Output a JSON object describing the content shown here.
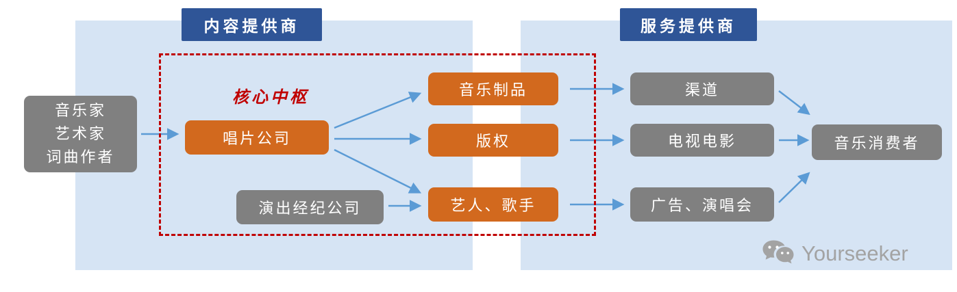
{
  "headers": {
    "content_provider": "内容提供商",
    "service_provider": "服务提供商"
  },
  "labels": {
    "core_hub": "核心中枢"
  },
  "nodes": {
    "creators_lines": [
      "音乐家",
      "艺术家",
      "词曲作者"
    ],
    "record_company": "唱片公司",
    "performance_agency": "演出经纪公司",
    "music_products": "音乐制品",
    "copyright": "版权",
    "artists_singers": "艺人、歌手",
    "channels": "渠道",
    "tv_movies": "电视电影",
    "ads_concerts": "广告、演唱会",
    "music_consumers": "音乐消费者"
  },
  "watermark": {
    "text": "Yourseeker"
  },
  "colors": {
    "panel_blue": "#D6E4F4",
    "header_blue": "#2F5597",
    "node_orange": "#D2691E",
    "node_gray": "#808080",
    "accent_red": "#C00000",
    "arrow_blue": "#5B9BD5",
    "watermark_gray": "#A3A3A3"
  }
}
